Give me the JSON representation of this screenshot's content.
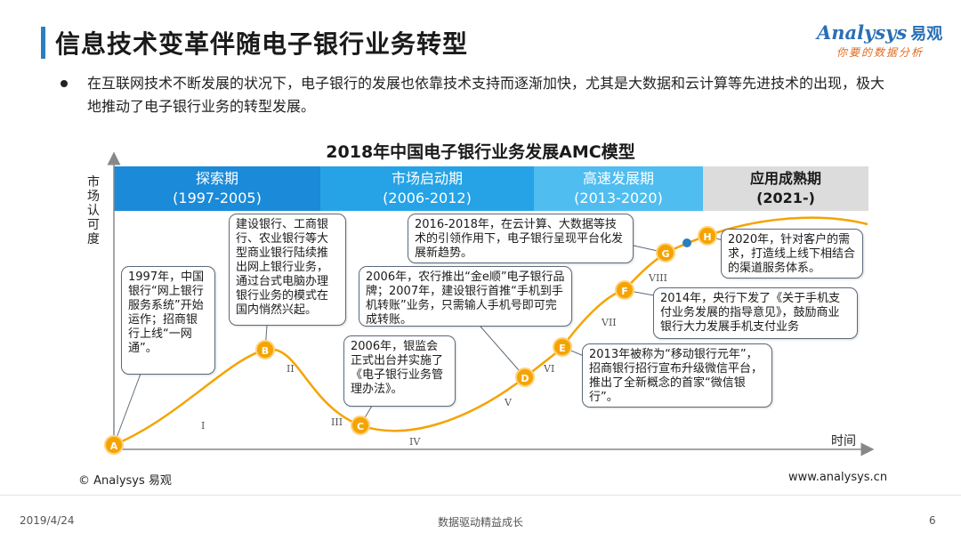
{
  "header": {
    "title": "信息技术变革伴随电子银行业务转型",
    "logo_text": "Analysys",
    "logo_cn": "易观",
    "logo_tagline": "你要的数据分析"
  },
  "intro": {
    "text": "在互联网技术不断发展的状况下，电子银行的发展也依靠技术支持而逐渐加快，尤其是大数据和云计算等先进技术的出现，极大地推动了电子银行业务的转型发展。"
  },
  "diagram": {
    "title": "2018年中国电子银行业务发展AMC模型",
    "y_axis_label": "市场认可度",
    "x_axis_label": "时间",
    "phases": [
      {
        "name": "探索期",
        "years": "(1997-2005)",
        "color": "#1b8ad8"
      },
      {
        "name": "市场启动期",
        "years": "(2006-2012)",
        "color": "#25a3e6"
      },
      {
        "name": "高速发展期",
        "years": "(2013-2020)",
        "color": "#4fbdf0"
      },
      {
        "name": "应用成熟期",
        "years": "(2021-)",
        "color": "#dcdcdc"
      }
    ],
    "markers": [
      "A",
      "B",
      "C",
      "D",
      "E",
      "F",
      "G",
      "H"
    ],
    "stages": [
      "I",
      "II",
      "III",
      "IV",
      "V",
      "VI",
      "VII",
      "VIII"
    ],
    "callouts": {
      "A": "1997年，中国银行“网上银行服务系统”开始运作；招商银行上线“一网通”。",
      "B": "建设银行、工商银行、农业银行等大型商业银行陆续推出网上银行业务，通过台式电脑办理银行业务的模式在国内悄然兴起。",
      "C": "2006年，银监会正式出台并实施了《电子银行业务管理办法》。",
      "D": "2006年，农行推出“金e顺”电子银行品牌；2007年，建设银行首推“手机到手机转账”业务，只需输人手机号即可完成转账。",
      "E": "2013年被称为“移动银行元年”，招商银行招行宣布升级微信平台，推出了全新概念的首家“微信银行”。",
      "F": "2014年，央行下发了《关于手机支付业务发展的指导意见》，鼓励商业银行大力发展手机支付业务",
      "G": "2016-2018年，在云计算、大数据等技术的引领作用下，电子银行呈现平台化发展新趋势。",
      "H": "2020年，针对客户的需求，打造线上线下相结合的渠道服务体系。"
    },
    "colors": {
      "curve": "#f5a300",
      "marker": "#f5a300",
      "axis": "#888888",
      "dot": "#2a7fc0"
    }
  },
  "footer": {
    "source": "© Analysys 易观",
    "website": "www.analysys.cn",
    "date": "2019/4/24",
    "slogan": "数据驱动精益成长",
    "page": "6"
  }
}
